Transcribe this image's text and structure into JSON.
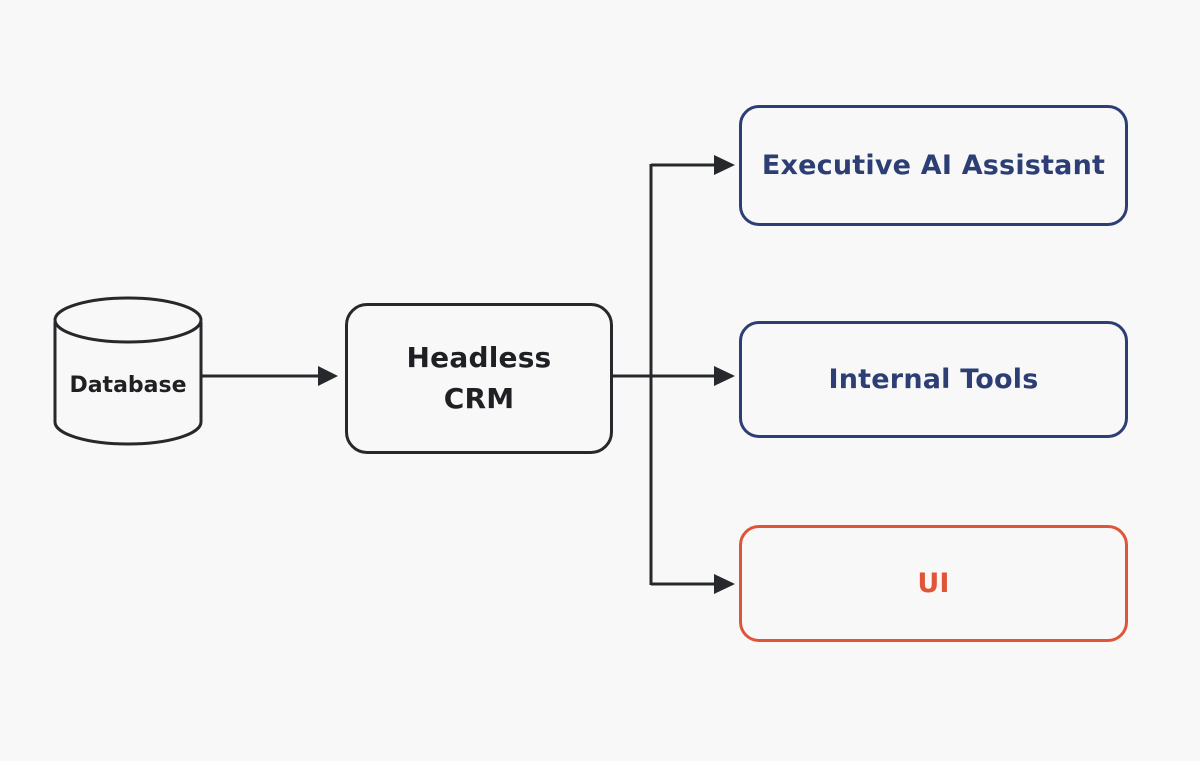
{
  "diagram": {
    "nodes": {
      "database": {
        "label": "Database"
      },
      "headless_crm": {
        "label": "Headless\nCRM"
      },
      "executive_ai_assistant": {
        "label": "Executive AI Assistant"
      },
      "internal_tools": {
        "label": "Internal Tools"
      },
      "ui": {
        "label": "UI"
      }
    },
    "edges": [
      {
        "from": "database",
        "to": "headless_crm"
      },
      {
        "from": "headless_crm",
        "to": "executive_ai_assistant"
      },
      {
        "from": "headless_crm",
        "to": "internal_tools"
      },
      {
        "from": "headless_crm",
        "to": "ui"
      }
    ]
  },
  "colors": {
    "background": "#f8f8f8",
    "stroke_dark": "#26282b",
    "text_dark": "#1f2023",
    "accent_navy": "#2c3e73",
    "accent_orange": "#e05538"
  }
}
